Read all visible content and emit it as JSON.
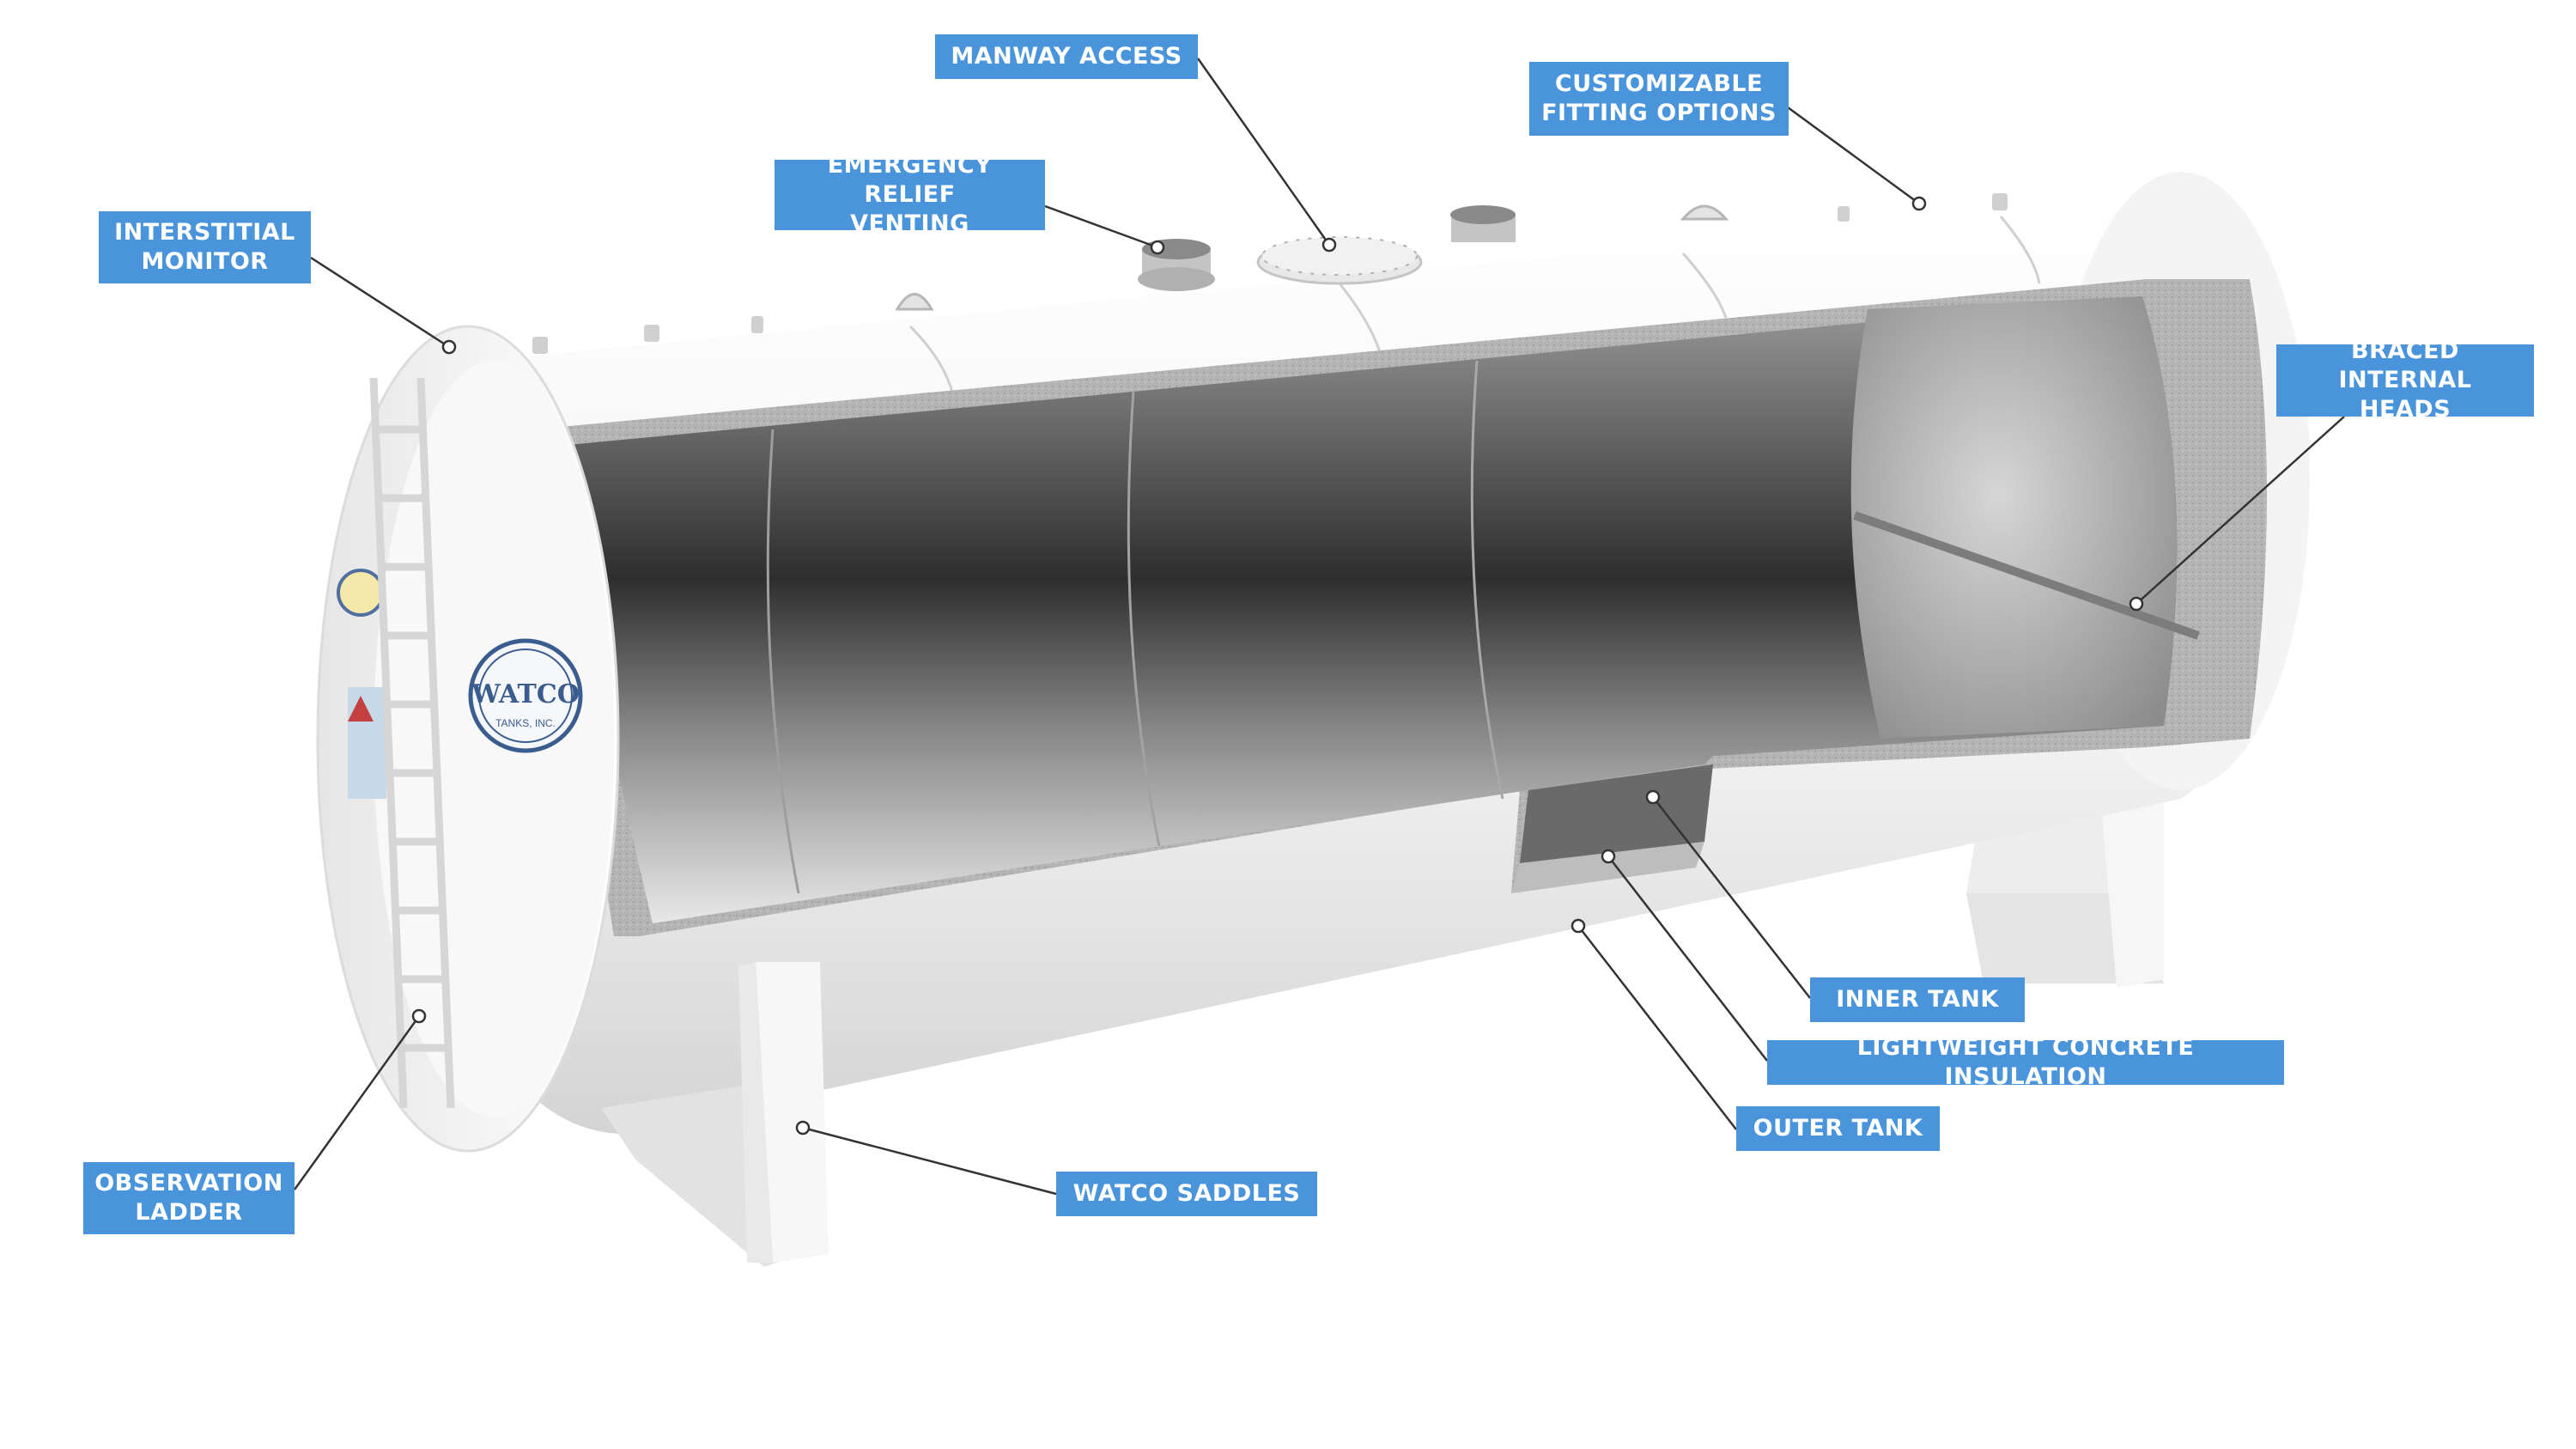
{
  "callouts": {
    "manway_access": "MANWAY ACCESS",
    "customizable_fitting_options": "CUSTOMIZABLE\nFITTING OPTIONS",
    "emergency_relief_venting": "EMERGENCY RELIEF\nVENTING",
    "interstitial_monitor": "INTERSTITIAL\nMONITOR",
    "braced_internal_heads": "BRACED INTERNAL\nHEADS",
    "inner_tank": "INNER TANK",
    "lightweight_concrete_insulation": "LIGHTWEIGHT CONCRETE INSULATION",
    "outer_tank": "OUTER TANK",
    "observation_ladder": "OBSERVATION\nLADDER",
    "watco_saddles": "WATCO SADDLES"
  },
  "brand": {
    "logo_text": "WATCO",
    "logo_subtext": "TANKS, INC."
  },
  "colors": {
    "callout_bg": "#4a94dc",
    "callout_text": "#ffffff",
    "tank_shell": "#f2f2f2",
    "inner_steel": "#5a5a5a",
    "concrete": "#a8a8a8"
  }
}
